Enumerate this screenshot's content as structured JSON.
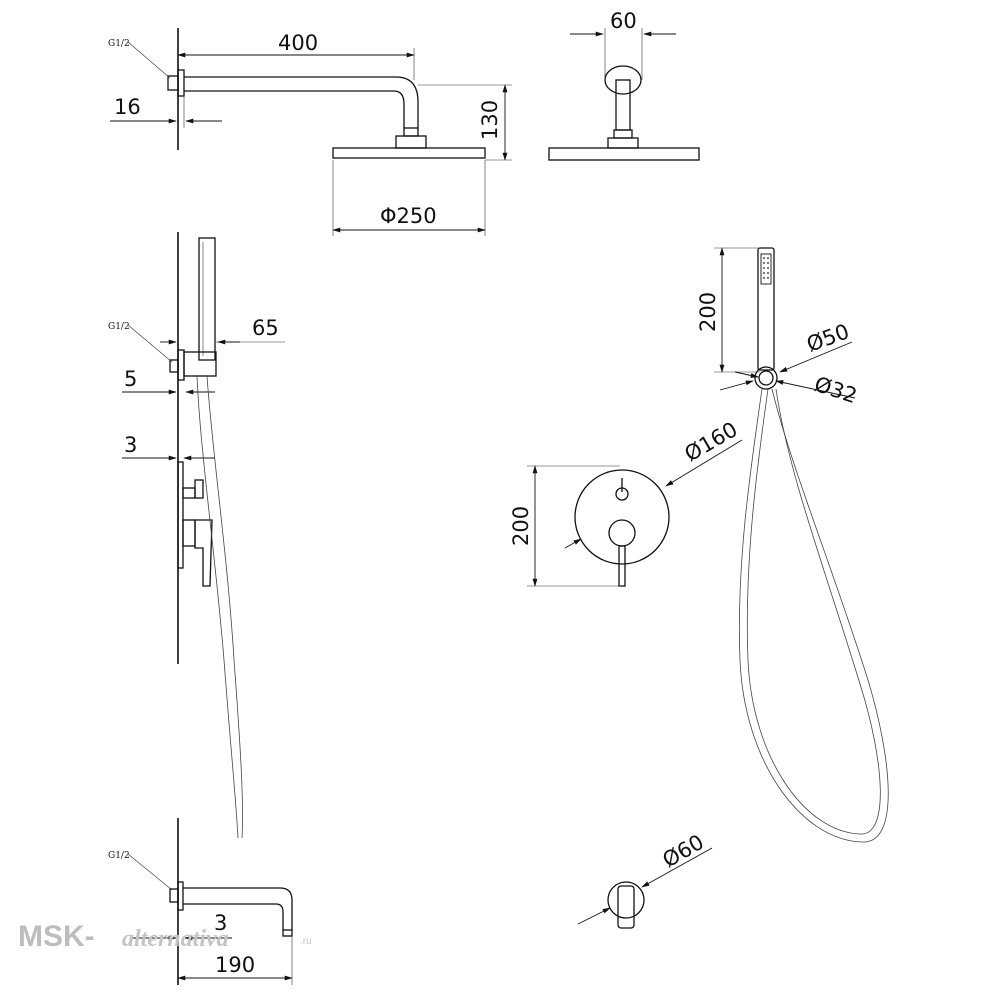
{
  "thread_label": "G1/2",
  "dims": {
    "arm_length": "400",
    "wall_offset": "16",
    "drop_height": "130",
    "head_diameter": "Φ250",
    "arm_width": "60",
    "holder_depth": "65",
    "holder_plate": "5",
    "valve_plate": "3",
    "handshower_length": "200",
    "holder_outer": "Ø50",
    "holder_inner": "Ø32",
    "valve_plate_diameter": "Ø160",
    "valve_height": "200",
    "spout_plate": "3",
    "spout_length": "190",
    "spout_rosette": "Ø60"
  },
  "watermark": {
    "brand": "MSK-",
    "script": "alternativa",
    "domain": ".ru"
  }
}
